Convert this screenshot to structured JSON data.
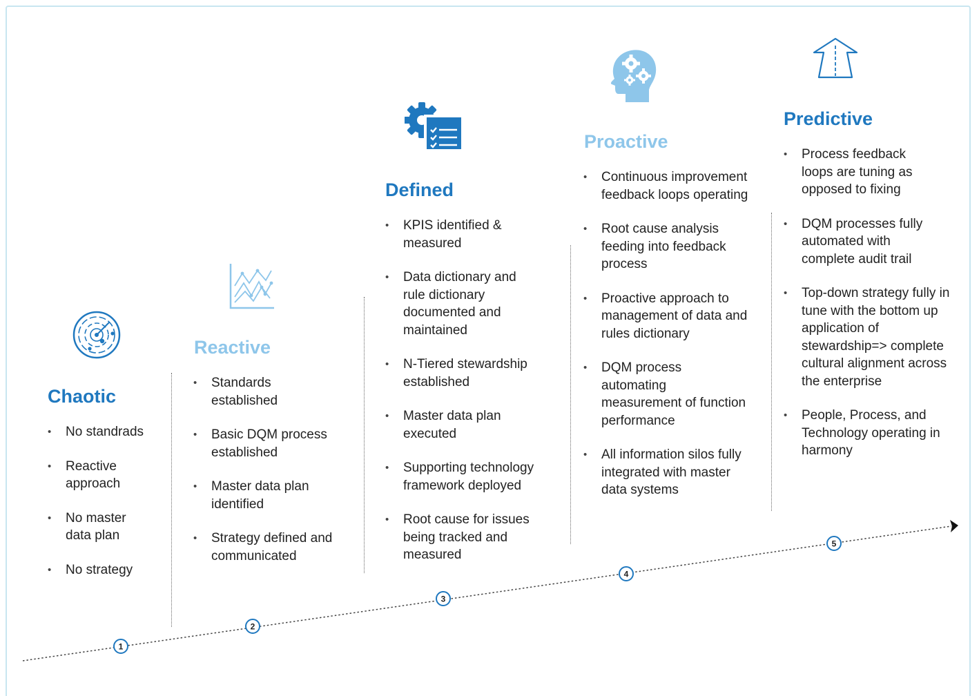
{
  "colors": {
    "primary": "#1f78bf",
    "light": "#8ec6ea",
    "frame": "#c8e6f0"
  },
  "stages": [
    {
      "title": "Chaotic",
      "icon": "radar-icon",
      "step": "1",
      "bullets": [
        "No standrads",
        "Reactive approach",
        "No master data plan",
        "No strategy"
      ]
    },
    {
      "title": "Reactive",
      "icon": "line-chart-icon",
      "step": "2",
      "bullets": [
        "Standards established",
        "Basic DQM process established",
        "Master data plan identified",
        "Strategy defined and communicated"
      ]
    },
    {
      "title": "Defined",
      "icon": "gear-checklist-icon",
      "step": "3",
      "bullets": [
        "KPIS identified & measured",
        "Data dictionary and rule dictionary documented and maintained",
        "N-Tiered stewardship established",
        "Master data plan executed",
        "Supporting technology framework deployed",
        "Root cause for issues being tracked and measured"
      ]
    },
    {
      "title": "Proactive",
      "icon": "head-gears-icon",
      "step": "4",
      "bullets": [
        "Continuous improvement feedback loops operating",
        "Root cause analysis feeding into feedback process",
        "Proactive approach to management of data and rules dictionary",
        "DQM process automating measurement of function performance",
        "All information silos fully integrated with master data systems"
      ]
    },
    {
      "title": "Predictive",
      "icon": "road-arrow-icon",
      "step": "5",
      "bullets": [
        "Process feedback loops are tuning as opposed to fixing",
        "DQM processes fully automated with complete audit trail",
        "Top-down strategy fully in tune with the bottom up application of stewardship=> complete cultural alignment across the enterprise",
        "People, Process, and Technology operating in harmony"
      ]
    }
  ]
}
